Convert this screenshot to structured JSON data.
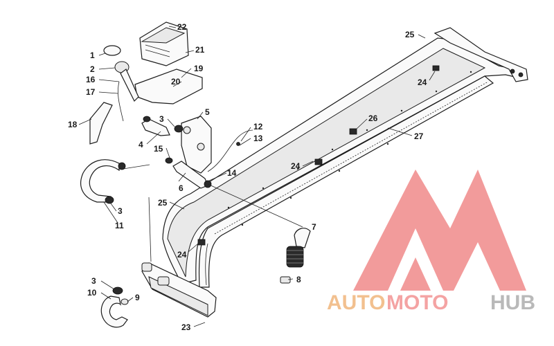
{
  "diagram": {
    "callouts": [
      {
        "id": "c1",
        "text": "1"
      },
      {
        "id": "c2",
        "text": "2"
      },
      {
        "id": "c16",
        "text": "16"
      },
      {
        "id": "c17",
        "text": "17"
      },
      {
        "id": "c18",
        "text": "18"
      },
      {
        "id": "c4",
        "text": "4"
      },
      {
        "id": "c3a",
        "text": "3"
      },
      {
        "id": "c5",
        "text": "5"
      },
      {
        "id": "c15",
        "text": "15"
      },
      {
        "id": "c6",
        "text": "6"
      },
      {
        "id": "c14",
        "text": "14"
      },
      {
        "id": "c12",
        "text": "12"
      },
      {
        "id": "c13",
        "text": "13"
      },
      {
        "id": "c22",
        "text": "22"
      },
      {
        "id": "c21",
        "text": "21"
      },
      {
        "id": "c19",
        "text": "19"
      },
      {
        "id": "c20",
        "text": "20"
      },
      {
        "id": "c3b",
        "text": "3"
      },
      {
        "id": "c11",
        "text": "11"
      },
      {
        "id": "c25a",
        "text": "25"
      },
      {
        "id": "c24a",
        "text": "24"
      },
      {
        "id": "c7",
        "text": "7"
      },
      {
        "id": "c8",
        "text": "8"
      },
      {
        "id": "c3c",
        "text": "3"
      },
      {
        "id": "c10",
        "text": "10"
      },
      {
        "id": "c9",
        "text": "9"
      },
      {
        "id": "c23",
        "text": "23"
      },
      {
        "id": "c24b",
        "text": "24"
      },
      {
        "id": "c26",
        "text": "26"
      },
      {
        "id": "c27",
        "text": "27"
      },
      {
        "id": "c25b",
        "text": "25"
      },
      {
        "id": "c24c",
        "text": "24"
      }
    ]
  },
  "watermark": {
    "part1": "AUTO",
    "part2": "MOTO",
    "part3": "HUB",
    "colors": {
      "logo": "#f08a8a",
      "auto": "#f2c08f",
      "moto": "#f4a3a3",
      "hub": "#b9b9b9"
    }
  }
}
